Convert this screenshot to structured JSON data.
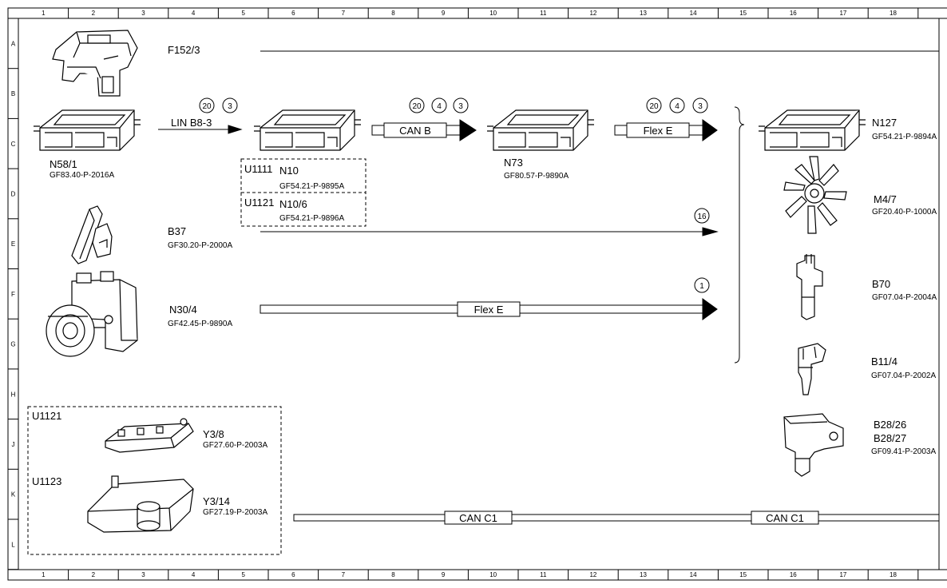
{
  "grid": {
    "columns": [
      "1",
      "2",
      "3",
      "4",
      "5",
      "6",
      "7",
      "8",
      "9",
      "10",
      "11",
      "12",
      "13",
      "14",
      "15",
      "16",
      "17",
      "18"
    ],
    "rows": [
      "A",
      "B",
      "C",
      "D",
      "E",
      "F",
      "G",
      "H",
      "J",
      "K",
      "L"
    ]
  },
  "components": {
    "f152": {
      "code": "F152/3"
    },
    "n58": {
      "code": "N58/1",
      "ref": "GF83.40-P-2016A"
    },
    "n10": {
      "unit": "U1111",
      "code": "N10",
      "ref": "GF54.21-P-9895A"
    },
    "n10_6": {
      "unit": "U1121",
      "code": "N10/6",
      "ref": "GF54.21-P-9896A"
    },
    "n73": {
      "code": "N73",
      "ref": "GF80.57-P-9890A"
    },
    "n127": {
      "code": "N127",
      "ref": "GF54.21-P-9894A"
    },
    "b37": {
      "code": "B37",
      "ref": "GF30.20-P-2000A"
    },
    "n30": {
      "code": "N30/4",
      "ref": "GF42.45-P-9890A"
    },
    "m4": {
      "code": "M4/7",
      "ref": "GF20.40-P-1000A"
    },
    "b70": {
      "code": "B70",
      "ref": "GF07.04-P-2004A"
    },
    "b11": {
      "code": "B11/4",
      "ref": "GF07.04-P-2002A"
    },
    "b28": {
      "code1": "B28/26",
      "code2": "B28/27",
      "ref": "GF09.41-P-2003A"
    },
    "valve_group": {
      "unit1": "U1121",
      "unit2": "U1123"
    },
    "y3_8": {
      "code": "Y3/8",
      "ref": "GF27.60-P-2003A"
    },
    "y3_14": {
      "code": "Y3/14",
      "ref": "GF27.19-P-2003A"
    }
  },
  "connections": {
    "lin": {
      "label": "LIN B8-3",
      "refs": [
        "20",
        "3"
      ]
    },
    "can_b": {
      "label": "CAN B",
      "refs": [
        "20",
        "4",
        "3"
      ]
    },
    "flex_e_top": {
      "label": "Flex E",
      "refs": [
        "20",
        "4",
        "3"
      ]
    },
    "line_16": {
      "ref": "16"
    },
    "flex_e_mid": {
      "label": "Flex E",
      "ref": "1"
    },
    "can_c1_a": {
      "label": "CAN C1"
    },
    "can_c1_b": {
      "label": "CAN C1"
    }
  }
}
